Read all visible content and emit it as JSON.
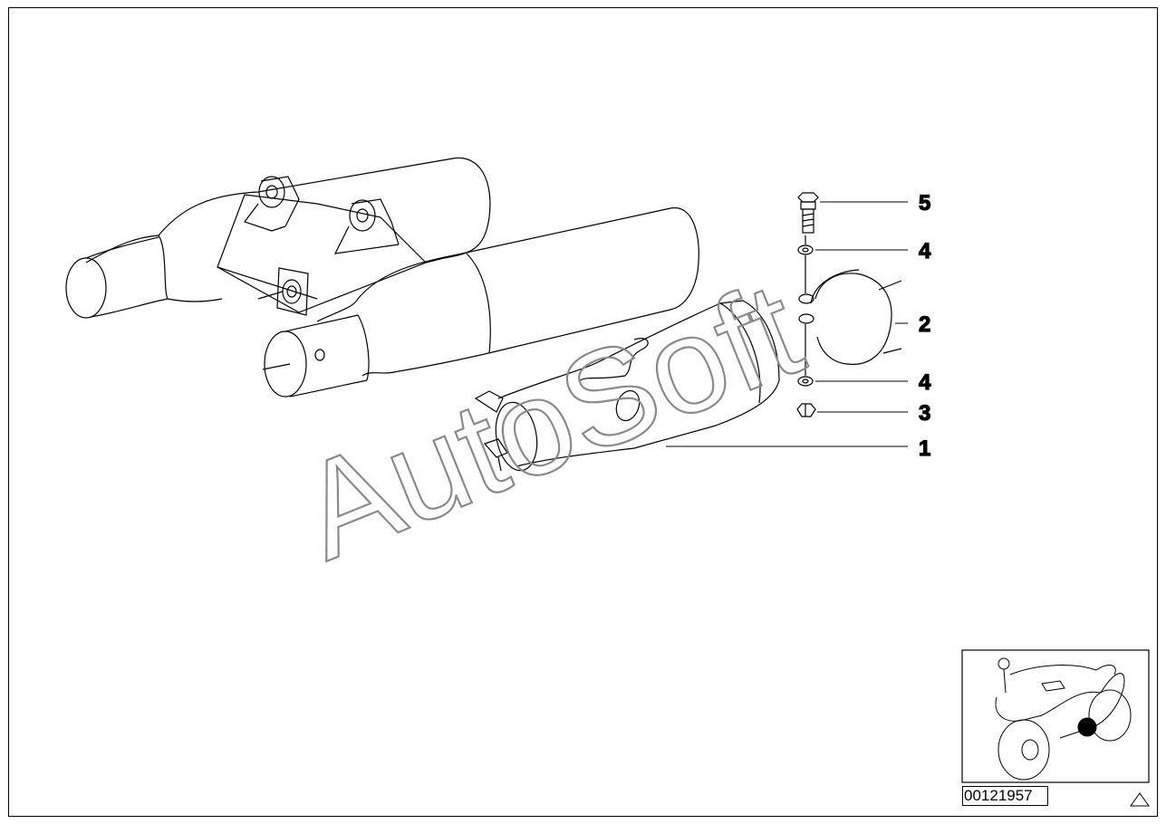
{
  "watermark": "AutoSoft",
  "callouts": [
    {
      "number": "5",
      "part": "hex bolt"
    },
    {
      "number": "4",
      "part": "washer upper"
    },
    {
      "number": "2",
      "part": "clamp bracket"
    },
    {
      "number": "4",
      "part": "washer lower"
    },
    {
      "number": "3",
      "part": "hex nut"
    },
    {
      "number": "1",
      "part": "silencer"
    }
  ],
  "document_number": "00121957",
  "icons": {
    "warning": "warning-triangle-icon",
    "locator": "motorcycle-locator-icon"
  },
  "colors": {
    "line": "#000000",
    "watermark": "#8a8a8a",
    "locator_dot": "#000000"
  }
}
